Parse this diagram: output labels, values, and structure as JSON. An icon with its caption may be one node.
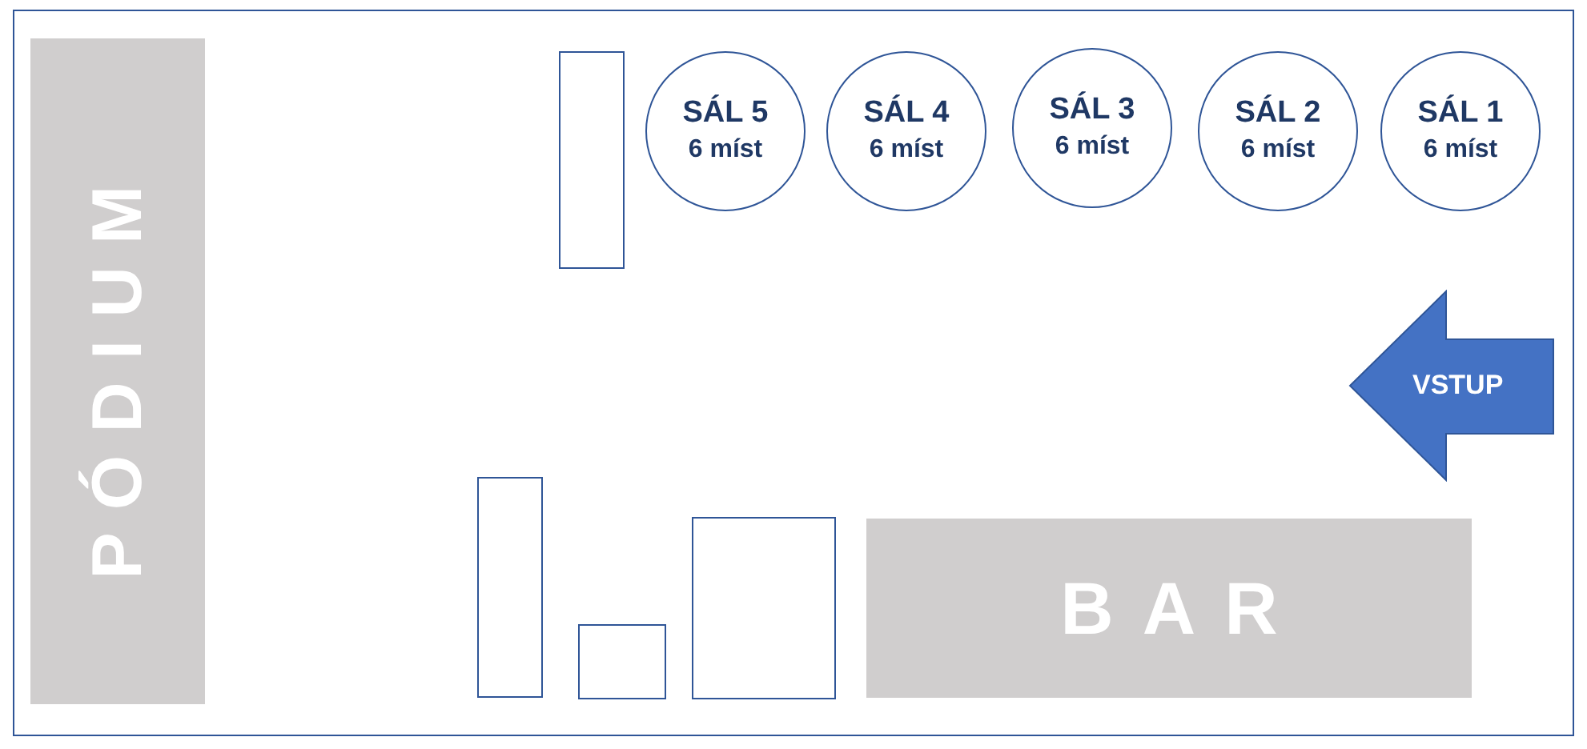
{
  "diagram": {
    "nodes": [
      {
        "text": [
          "PÓDIUM"
        ]
      },
      {
        "text": [],
        "shape": "box"
      },
      {
        "text": [
          "SÁL 5",
          "6 míst"
        ]
      },
      {
        "text": [
          "SÁL 4",
          "6 míst"
        ]
      },
      {
        "text": [
          "SÁL 3",
          "6 míst"
        ]
      },
      {
        "text": [
          "SÁL 2",
          "6 míst"
        ]
      },
      {
        "text": [
          "SÁL 1",
          "6 míst"
        ]
      },
      {
        "text": [
          "VSTUP"
        ]
      },
      {
        "text": [],
        "shape": "box"
      },
      {
        "text": [],
        "shape": "box"
      },
      {
        "text": [],
        "shape": "box"
      },
      {
        "text": [
          "BAR"
        ]
      }
    ]
  }
}
